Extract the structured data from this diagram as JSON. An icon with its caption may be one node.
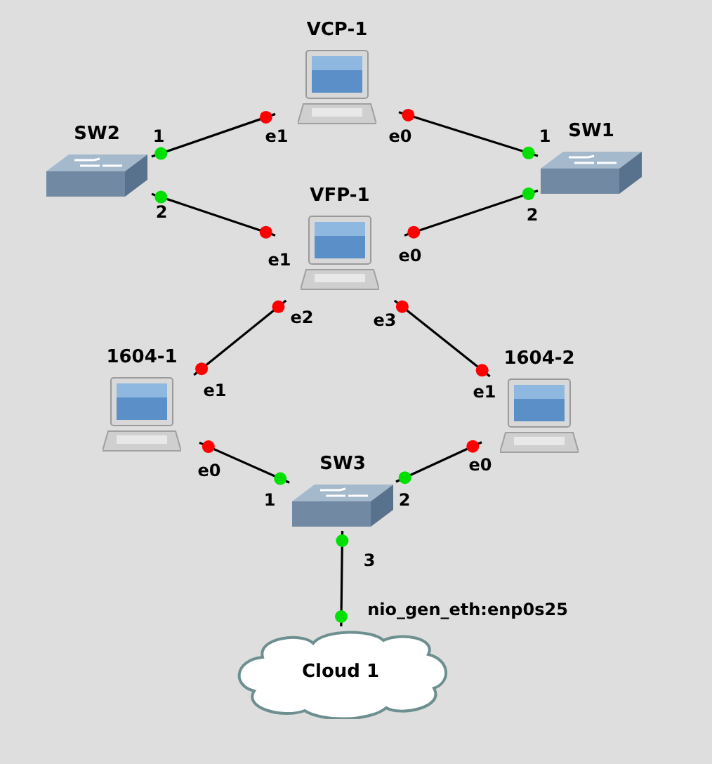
{
  "diagram": {
    "nodes": [
      {
        "text": [
          "VCP-1"
        ]
      },
      {
        "text": [
          "SW2"
        ]
      },
      {
        "text": [
          "SW1"
        ]
      },
      {
        "text": [
          "VFP-1"
        ]
      },
      {
        "text": [
          "1604-1"
        ]
      },
      {
        "text": [
          "1604-2"
        ]
      },
      {
        "text": [
          "SW3"
        ]
      },
      {
        "text": [
          "Cloud 1"
        ]
      }
    ],
    "edges": [
      {
        "from": 0,
        "to": 1,
        "arrow": "none"
      },
      {
        "from": 0,
        "to": 2,
        "arrow": "none"
      },
      {
        "from": 1,
        "to": 3,
        "arrow": "none"
      },
      {
        "from": 2,
        "to": 3,
        "arrow": "none"
      },
      {
        "from": 3,
        "to": 4,
        "arrow": "none"
      },
      {
        "from": 3,
        "to": 5,
        "arrow": "none"
      },
      {
        "from": 4,
        "to": 6,
        "arrow": "none"
      },
      {
        "from": 5,
        "to": 6,
        "arrow": "none"
      },
      {
        "from": 6,
        "to": 7,
        "arrow": "none"
      }
    ],
    "labels": [
      "1",
      "e1",
      "e0",
      "1",
      "2",
      "e1",
      "e0",
      "2",
      "e2",
      "e3",
      "e1",
      "e1",
      "e0",
      "e0",
      "1",
      "2",
      "3",
      "nio_gen_eth:enp0s25"
    ]
  }
}
